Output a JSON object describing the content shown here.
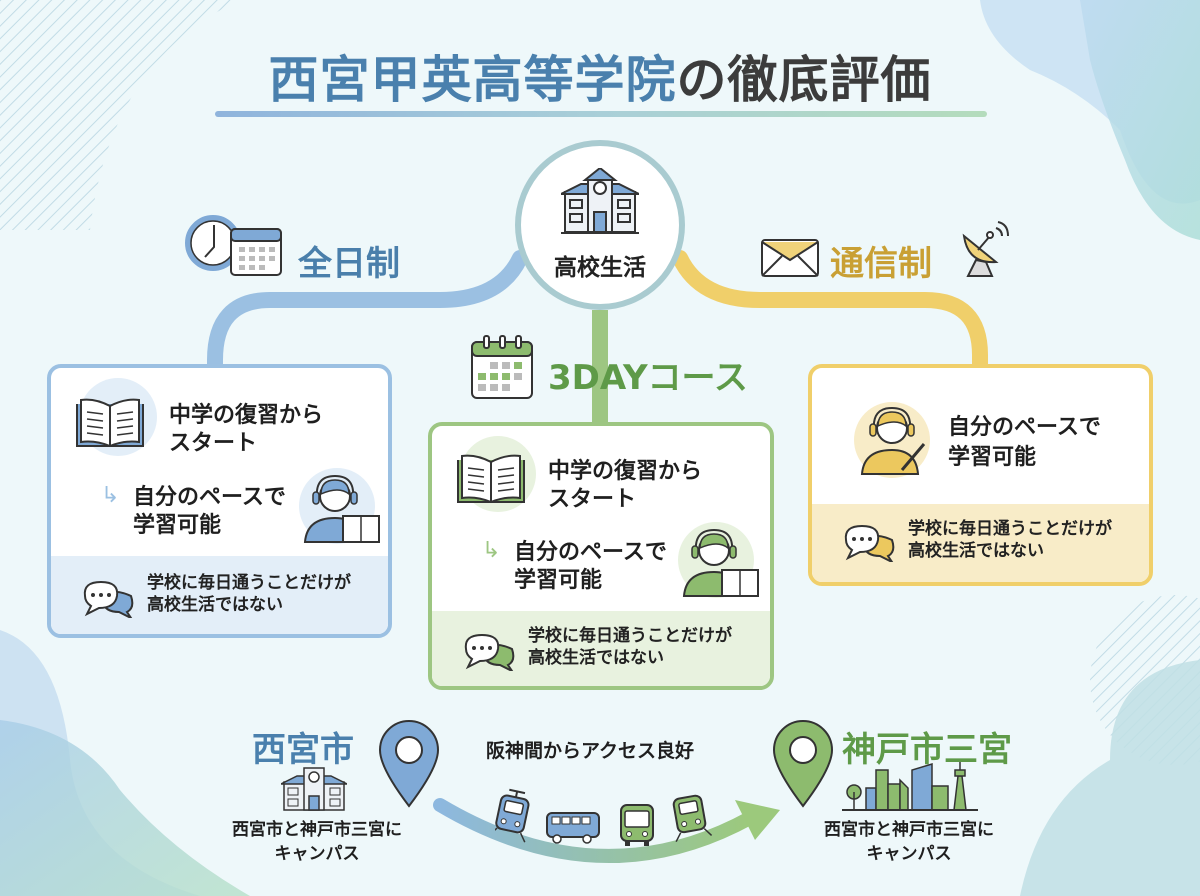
{
  "title": {
    "part1": "西宮甲英高等学院",
    "part2": "の徹底評価"
  },
  "hub": {
    "label": "高校生活",
    "icon": "school-building-icon"
  },
  "colors": {
    "blue": "#7fa9d6",
    "green": "#8dbb6e",
    "yellow": "#ecc85e",
    "title_blue": "#4a80ad",
    "title_dark": "#3c3c3c"
  },
  "categories": [
    {
      "label": "全日制",
      "color": "#4a7fab",
      "icons": [
        "clock-icon",
        "calendar-icon"
      ]
    },
    {
      "label": "3DAYコース",
      "color": "#5e9a48",
      "icons": [
        "calendar-icon"
      ]
    },
    {
      "label": "通信制",
      "color": "#c9a034",
      "icons": [
        "envelope-icon",
        "satellite-dish-icon"
      ]
    }
  ],
  "cards": {
    "fulltime": {
      "point1": [
        "中学の復習から",
        "スタート"
      ],
      "point2": [
        "自分のペースで",
        "学習可能"
      ],
      "footer": [
        "学校に毎日通うことだけが",
        "高校生活ではない"
      ]
    },
    "threeday": {
      "point1": [
        "中学の復習から",
        "スタート"
      ],
      "point2": [
        "自分のペースで",
        "学習可能"
      ],
      "footer": [
        "学校に毎日通うことだけが",
        "高校生活ではない"
      ]
    },
    "correspondence": {
      "point1": [
        "自分のペースで",
        "学習可能"
      ],
      "footer": [
        "学校に毎日通うことだけが",
        "高校生活ではない"
      ]
    }
  },
  "access": {
    "label": "阪神間からアクセス良好",
    "left": {
      "place": "西宮市",
      "campus": [
        "西宮市と神戸市三宮に",
        "キャンパス"
      ]
    },
    "right": {
      "place": "神戸市三宮",
      "campus": [
        "西宮市と神戸市三宮に",
        "キャンパス"
      ]
    },
    "vehicles": [
      "train-icon",
      "bus-icon",
      "bus-front-icon",
      "train-icon"
    ]
  }
}
